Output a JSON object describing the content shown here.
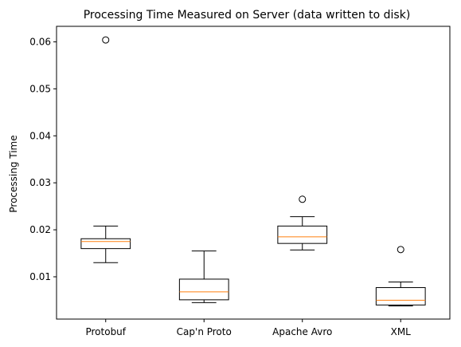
{
  "chart_data": {
    "type": "boxplot",
    "title": "Processing Time Measured on Server (data written to disk)",
    "xlabel": "",
    "ylabel": "Processing Time",
    "ylim": [
      0.001,
      0.0633
    ],
    "yticks": [
      0.01,
      0.02,
      0.03,
      0.04,
      0.05,
      0.06
    ],
    "ytick_labels": [
      "0.01",
      "0.02",
      "0.03",
      "0.04",
      "0.05",
      "0.06"
    ],
    "grid": false,
    "categories": [
      "Protobuf",
      "Cap'n Proto",
      "Apache Avro",
      "XML"
    ],
    "boxes": [
      {
        "whisker_low": 0.013,
        "q1": 0.016,
        "median": 0.0175,
        "q3": 0.0181,
        "whisker_high": 0.0208,
        "outliers": [
          0.0604
        ]
      },
      {
        "whisker_low": 0.0045,
        "q1": 0.0051,
        "median": 0.0068,
        "q3": 0.0095,
        "whisker_high": 0.0155,
        "outliers": []
      },
      {
        "whisker_low": 0.0157,
        "q1": 0.0171,
        "median": 0.0185,
        "q3": 0.0208,
        "whisker_high": 0.0228,
        "outliers": [
          0.0265
        ]
      },
      {
        "whisker_low": 0.0038,
        "q1": 0.004,
        "median": 0.005,
        "q3": 0.0077,
        "whisker_high": 0.0089,
        "outliers": [
          0.0158
        ]
      }
    ],
    "colors": {
      "box": "#000000",
      "median": "#ff7f0e",
      "outlier": "#000000"
    }
  }
}
